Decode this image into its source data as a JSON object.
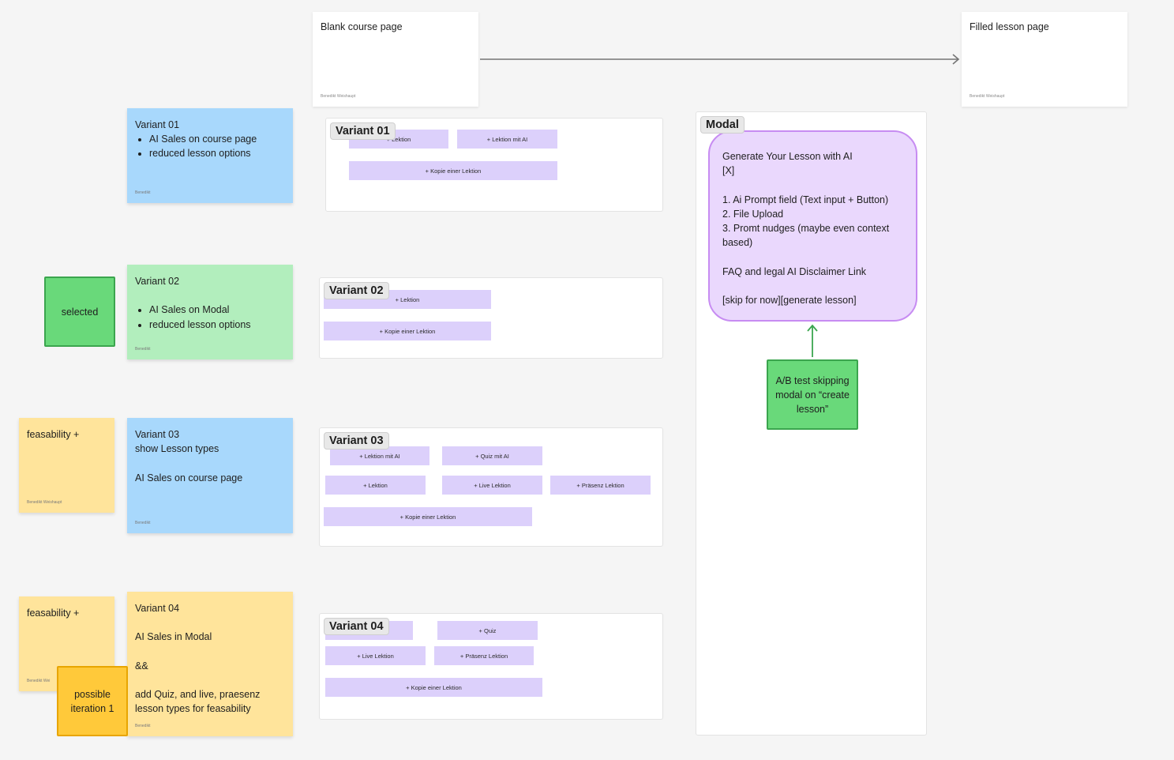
{
  "pages": {
    "blank": {
      "title": "Blank course page",
      "author": "Benedikt Weishaupt"
    },
    "filled": {
      "title": "Filled lesson page",
      "author": "Benedikt Weishaupt"
    }
  },
  "notes": {
    "v1": {
      "title": "Variant 01",
      "bullets": [
        "AI Sales on course page",
        "reduced lesson options"
      ],
      "author": "Benedikt"
    },
    "v2": {
      "title": "Variant 02",
      "bullets": [
        "AI Sales on  Modal",
        "reduced lesson options"
      ],
      "author": "Benedikt"
    },
    "v3": {
      "line1": "Variant 03",
      "line2": "show Lesson types",
      "line3": "AI Sales on course page",
      "author": "Benedikt"
    },
    "v4": {
      "line1": "Variant 04",
      "line2": "AI Sales in Modal",
      "line3": "&&",
      "line4": "add Quiz, and live, praesenz lesson types for feasability",
      "author": "Benedikt"
    },
    "selected": "selected",
    "feas1": {
      "text": "feasability +",
      "author": "Benedikt Weishaupt"
    },
    "feas2": {
      "text": "feasability +",
      "author": "Benedikt Wei"
    },
    "possible": "possible iteration 1"
  },
  "frames": {
    "f1": {
      "label": "Variant 01",
      "b1": "+ Lektion",
      "b2": "+ Lektion mit AI",
      "b3": "+ Kopie einer Lektion"
    },
    "f2": {
      "label": "Variant 02",
      "b1": "+ Lektion",
      "b2": "+ Kopie einer Lektion"
    },
    "f3": {
      "label": "Variant 03",
      "b1": "+ Lektion mit AI",
      "b2": "+ Quiz mit AI",
      "b3": "+ Lektion",
      "b4": "+ Live Lektion",
      "b5": "+ Präsenz Lektion",
      "b6": "+ Kopie einer Lektion"
    },
    "f4": {
      "label": "Variant 04",
      "b1": "+ Lektion",
      "b2": "+ Quiz",
      "b3": "+ Live Lektion",
      "b4": "+ Präsenz Lektion",
      "b5": "+ Kopie einer Lektion"
    }
  },
  "modal": {
    "label": "Modal",
    "l1": "Generate Your Lesson with AI",
    "l2": "[X]",
    "l3": "1. Ai Prompt field (Text input + Button)",
    "l4": "2. File Upload",
    "l5": "3. Promt nudges (maybe even context based)",
    "l6": "FAQ and legal AI Disclaimer Link",
    "l7": "[skip for now][generate lesson]"
  },
  "ab_test": "A/B test skipping modal on “create lesson”",
  "colors": {
    "blue": "#a8d8fc",
    "green": "#b2eebd",
    "yellow": "#ffe49b",
    "purple": "#dcd0fb",
    "selected": "#69d97a",
    "orange": "#ffc93a"
  }
}
